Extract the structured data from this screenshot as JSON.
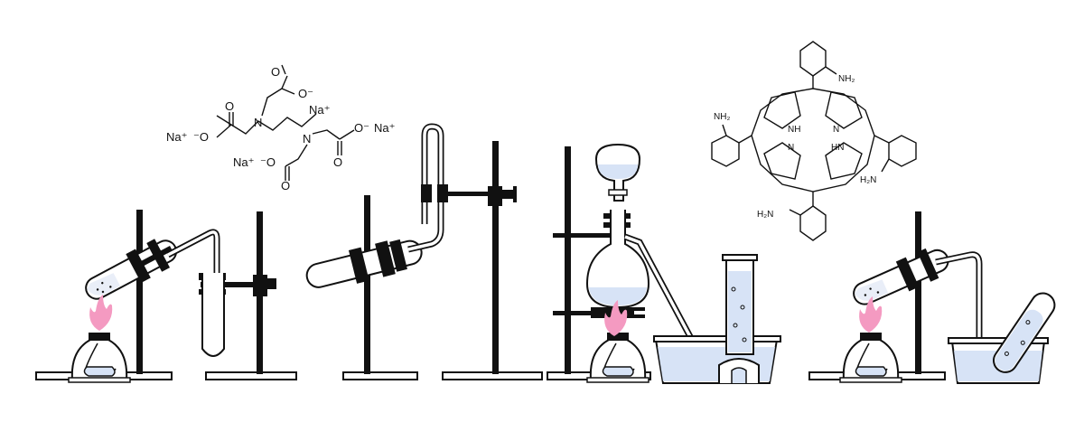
{
  "edta": {
    "na1": "Na⁺",
    "o1": "⁻O",
    "na2": "Na⁺",
    "o2": "O⁻",
    "na3": "Na⁺",
    "o3": "O⁻",
    "na4": "Na⁺",
    "o4": "⁻O",
    "n1": "N",
    "n2": "N",
    "o_c1": "O",
    "o_c2": "O",
    "o_c3": "O",
    "o_c4": "O"
  },
  "porphyrin": {
    "nh2_top": "NH₂",
    "nh2_left": "NH₂",
    "nh2_right": "H₂N",
    "nh2_bottom": "H₂N",
    "nh_top": "NH",
    "n_right": "N",
    "n_left": "N",
    "hn_bottom": "HN"
  },
  "colors": {
    "liquid": "#d7e3f6",
    "flame": "#f49ac1",
    "ink": "#111111"
  }
}
